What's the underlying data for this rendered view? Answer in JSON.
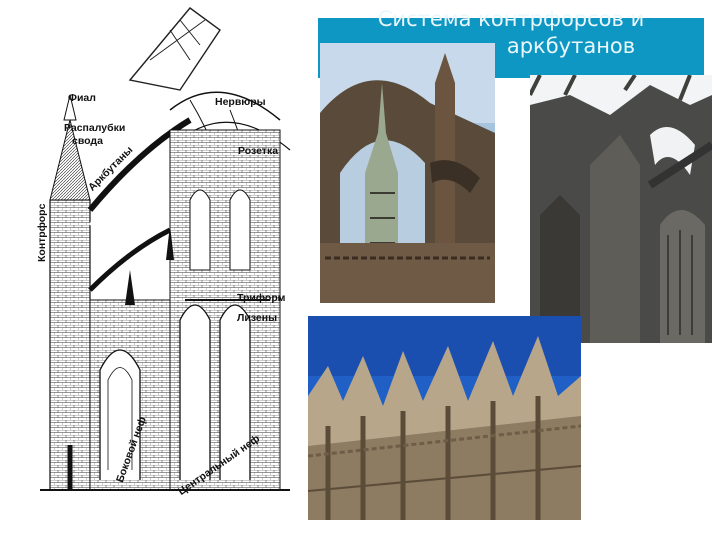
{
  "slide": {
    "title_line1": "Система контрфорсов и",
    "title_line2": "аркбутанов",
    "banner_color": "#0f97c4"
  },
  "diagram": {
    "labels": {
      "fial": "Фиал",
      "raspalubki_1": "Распалубки",
      "raspalubki_2": "свода",
      "nervyury": "Нервюры",
      "rozetka": "Розетка",
      "arkbutany": "Аркбутаны",
      "kontrfors": "Контрфорс",
      "triforiy": "Триформ",
      "lizeny": "Лизены",
      "bokovoy_nef": "Боковой неф",
      "centralny_nef": "Центральный неф"
    }
  },
  "icons": {
    "chevron": "chevron-right-icon"
  }
}
